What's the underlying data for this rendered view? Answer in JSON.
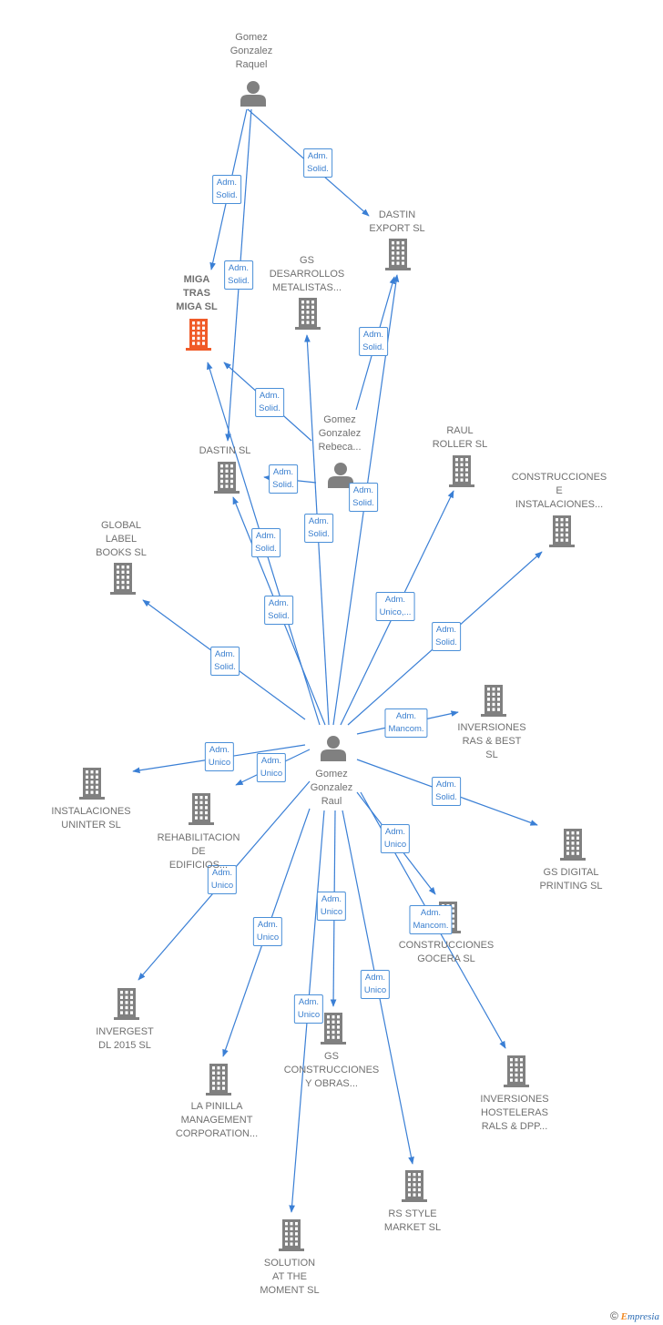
{
  "colors": {
    "edge": "#3a7fd5",
    "company": "#808080",
    "focus_company": "#f05a28",
    "person": "#808080"
  },
  "nodes": [
    {
      "id": "gomez-gonzalez-raquel",
      "type": "person",
      "label": "Gomez\nGonzalez\nRaquel"
    },
    {
      "id": "dastin-export",
      "type": "company",
      "label": "DASTIN\nEXPORT SL"
    },
    {
      "id": "gs-desarrollos",
      "type": "company",
      "label": "GS\nDESARROLLOS\nMETALISTAS..."
    },
    {
      "id": "miga-tras-miga",
      "type": "company",
      "focus": true,
      "label": "MIGA\nTRAS\nMIGA  SL"
    },
    {
      "id": "gomez-gonzalez-rebeca",
      "type": "person",
      "label": "Gomez\nGonzalez\nRebeca..."
    },
    {
      "id": "raul-roller",
      "type": "company",
      "label": "RAUL\nROLLER  SL"
    },
    {
      "id": "dastin",
      "type": "company",
      "label": "DASTIN  SL"
    },
    {
      "id": "construcciones-instalaciones",
      "type": "company",
      "label": "CONSTRUCCIONES\nE\nINSTALACIONES..."
    },
    {
      "id": "global-label-books",
      "type": "company",
      "label": "GLOBAL\nLABEL\nBOOKS  SL"
    },
    {
      "id": "inversiones-ras-best",
      "type": "company",
      "label": "INVERSIONES\nRAS & BEST\nSL"
    },
    {
      "id": "gomez-gonzalez-raul",
      "type": "person",
      "label": "Gomez\nGonzalez\nRaul"
    },
    {
      "id": "instalaciones-uninter",
      "type": "company",
      "label": "INSTALACIONES\nUNINTER  SL"
    },
    {
      "id": "rehabilitacion-edificios",
      "type": "company",
      "label": "REHABILITACION\nDE\nEDIFICIOS..."
    },
    {
      "id": "gs-digital-printing",
      "type": "company",
      "label": "GS DIGITAL\nPRINTING  SL"
    },
    {
      "id": "construcciones-gocera",
      "type": "company",
      "label": "CONSTRUCCIONES\nGOCERA SL"
    },
    {
      "id": "invergest-2015",
      "type": "company",
      "label": "INVERGEST\nDL 2015  SL"
    },
    {
      "id": "gs-construcciones-obras",
      "type": "company",
      "label": "GS\nCONSTRUCCIONES\nY OBRAS..."
    },
    {
      "id": "la-pinilla",
      "type": "company",
      "label": "LA PINILLA\nMANAGEMENT\nCORPORATION..."
    },
    {
      "id": "inversiones-hosteleras",
      "type": "company",
      "label": "INVERSIONES\nHOSTELERAS\nRALS & DPP..."
    },
    {
      "id": "rs-style-market",
      "type": "company",
      "label": "RS STYLE\nMARKET  SL"
    },
    {
      "id": "solution-at-the-moment",
      "type": "company",
      "label": "SOLUTION\nAT THE\nMOMENT SL"
    }
  ],
  "edges": [
    {
      "from": "gomez-gonzalez-raquel",
      "to": "dastin-export",
      "label": "Adm.\nSolid."
    },
    {
      "from": "gomez-gonzalez-raquel",
      "to": "miga-tras-miga",
      "label": "Adm.\nSolid."
    },
    {
      "from": "gomez-gonzalez-raquel",
      "to": "dastin",
      "label": "Adm.\nSolid."
    },
    {
      "from": "gomez-gonzalez-rebeca",
      "to": "dastin-export",
      "label": "Adm.\nSolid."
    },
    {
      "from": "gomez-gonzalez-rebeca",
      "to": "miga-tras-miga",
      "label": "Adm.\nSolid."
    },
    {
      "from": "gomez-gonzalez-rebeca",
      "to": "dastin",
      "label": "Adm.\nSolid."
    },
    {
      "from": "gomez-gonzalez-raul",
      "to": "dastin-export",
      "label": "Adm.\nSolid."
    },
    {
      "from": "gomez-gonzalez-raul",
      "to": "gs-desarrollos",
      "label": "Adm.\nSolid."
    },
    {
      "from": "gomez-gonzalez-raul",
      "to": "miga-tras-miga",
      "label": "Adm.\nSolid."
    },
    {
      "from": "gomez-gonzalez-raul",
      "to": "dastin",
      "label": "Adm.\nSolid."
    },
    {
      "from": "gomez-gonzalez-raul",
      "to": "raul-roller",
      "label": "Adm.\nUnico,..."
    },
    {
      "from": "gomez-gonzalez-raul",
      "to": "construcciones-instalaciones",
      "label": "Adm.\nSolid."
    },
    {
      "from": "gomez-gonzalez-raul",
      "to": "global-label-books",
      "label": "Adm.\nSolid."
    },
    {
      "from": "gomez-gonzalez-raul",
      "to": "inversiones-ras-best",
      "label": "Adm.\nMancom."
    },
    {
      "from": "gomez-gonzalez-raul",
      "to": "instalaciones-uninter",
      "label": "Adm.\nUnico"
    },
    {
      "from": "gomez-gonzalez-raul",
      "to": "rehabilitacion-edificios",
      "label": "Adm.\nUnico"
    },
    {
      "from": "gomez-gonzalez-raul",
      "to": "gs-digital-printing",
      "label": "Adm.\nSolid."
    },
    {
      "from": "gomez-gonzalez-raul",
      "to": "construcciones-gocera",
      "label": "Adm.\nUnico"
    },
    {
      "from": "gomez-gonzalez-raul",
      "to": "inversiones-hosteleras",
      "label": "Adm.\nMancom."
    },
    {
      "from": "gomez-gonzalez-raul",
      "to": "invergest-2015",
      "label": "Adm.\nUnico"
    },
    {
      "from": "gomez-gonzalez-raul",
      "to": "la-pinilla",
      "label": "Adm.\nUnico"
    },
    {
      "from": "gomez-gonzalez-raul",
      "to": "gs-construcciones-obras",
      "label": "Adm.\nUnico"
    },
    {
      "from": "gomez-gonzalez-raul",
      "to": "rs-style-market",
      "label": "Adm.\nUnico"
    },
    {
      "from": "gomez-gonzalez-raul",
      "to": "solution-at-the-moment",
      "label": "Adm.\nUnico"
    }
  ],
  "footer": {
    "copyright": "©",
    "brand_first": "E",
    "brand_rest": "mpresia"
  }
}
